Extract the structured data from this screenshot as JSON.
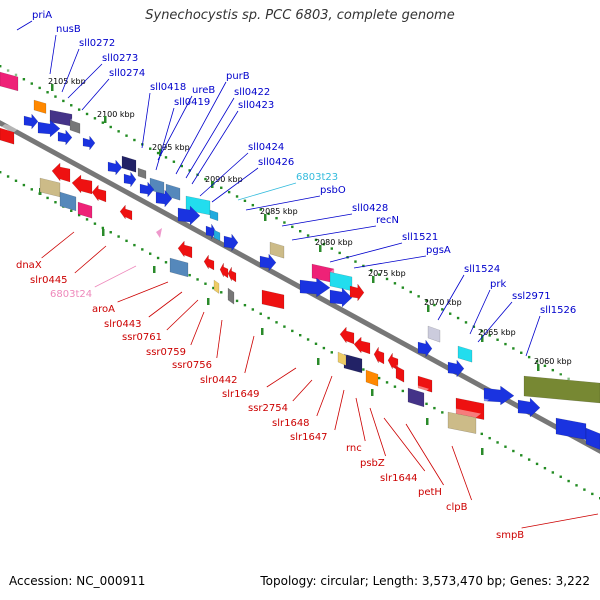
{
  "title": "Synechocystis sp. PCC 6803, complete genome",
  "accession": "Accession: NC_000911",
  "summary": "Topology: circular; Length: 3,573,470 bp; Genes: 3,222",
  "colors": {
    "forward_label": "#0000cc",
    "reverse_label": "#cc0000",
    "rna_label_fwd": "#33bbdd",
    "rna_label_rev": "#ee88bb",
    "backbone": "#777777",
    "gc_dots": "#228b22"
  },
  "ticks": [
    "2105 kbp",
    "2100 kbp",
    "2095 kbp",
    "2090 kbp",
    "2085 kbp",
    "2080 kbp",
    "2075 kbp",
    "2070 kbp",
    "2065 kbp",
    "2060 kbp"
  ],
  "forward_genes": [
    "priA",
    "nusB",
    "sll0272",
    "sll0273",
    "sll0274",
    "sll0418",
    "ureB",
    "sll0419",
    "purB",
    "sll0422",
    "sll0423",
    "sll0424",
    "sll0426",
    "6803t23",
    "psbO",
    "sll0428",
    "recN",
    "sll1521",
    "pgsA",
    "sll1524",
    "prk",
    "ssl2971",
    "sll1526"
  ],
  "reverse_genes": [
    "dnaX",
    "slr0445",
    "6803t24",
    "aroA",
    "slr0443",
    "ssr0761",
    "ssr0759",
    "ssr0756",
    "slr0442",
    "slr1649",
    "ssr2754",
    "slr1648",
    "slr1647",
    "rnc",
    "psbZ",
    "slr1644",
    "petH",
    "clpB",
    "smpB"
  ]
}
